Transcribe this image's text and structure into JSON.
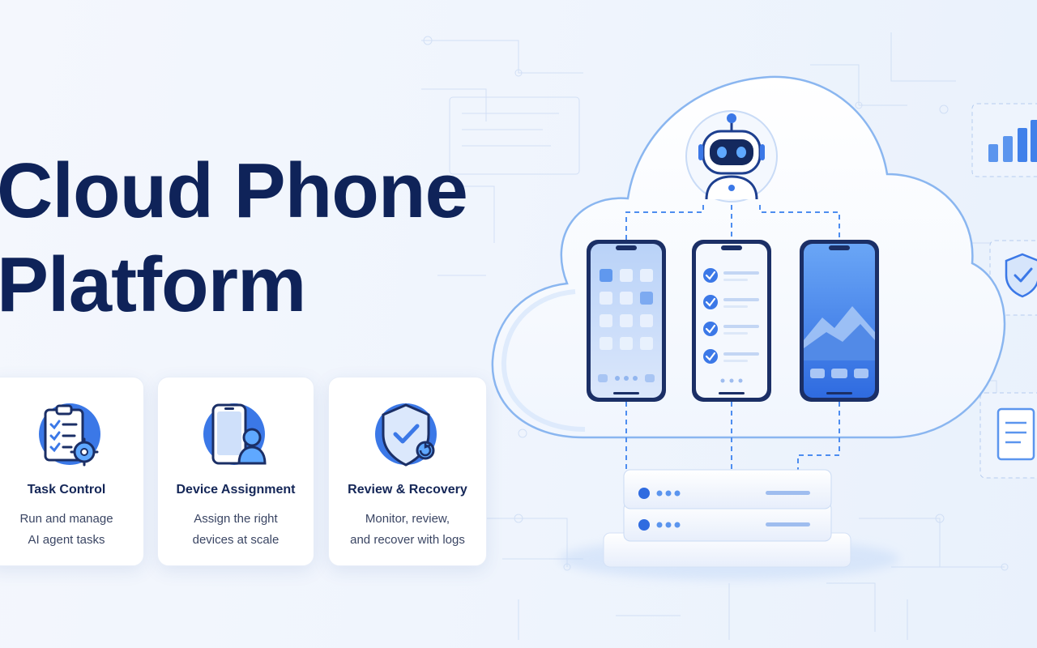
{
  "hero": {
    "title": "Cloud Phone\nPlatform"
  },
  "features": [
    {
      "title": "Task Control",
      "desc": "Run and manage\nAI agent tasks",
      "icon": "clipboard-gear-icon"
    },
    {
      "title": "Device Assignment",
      "desc": "Assign the right\ndevices at scale",
      "icon": "phone-user-icon"
    },
    {
      "title": "Review & Recovery",
      "desc": "Monitor, review,\nand recover with logs",
      "icon": "shield-check-icon"
    }
  ],
  "colors": {
    "primary": "#3b78e7",
    "navy": "#0f2359",
    "light": "#dce8fb",
    "accent": "#4d8df0"
  }
}
